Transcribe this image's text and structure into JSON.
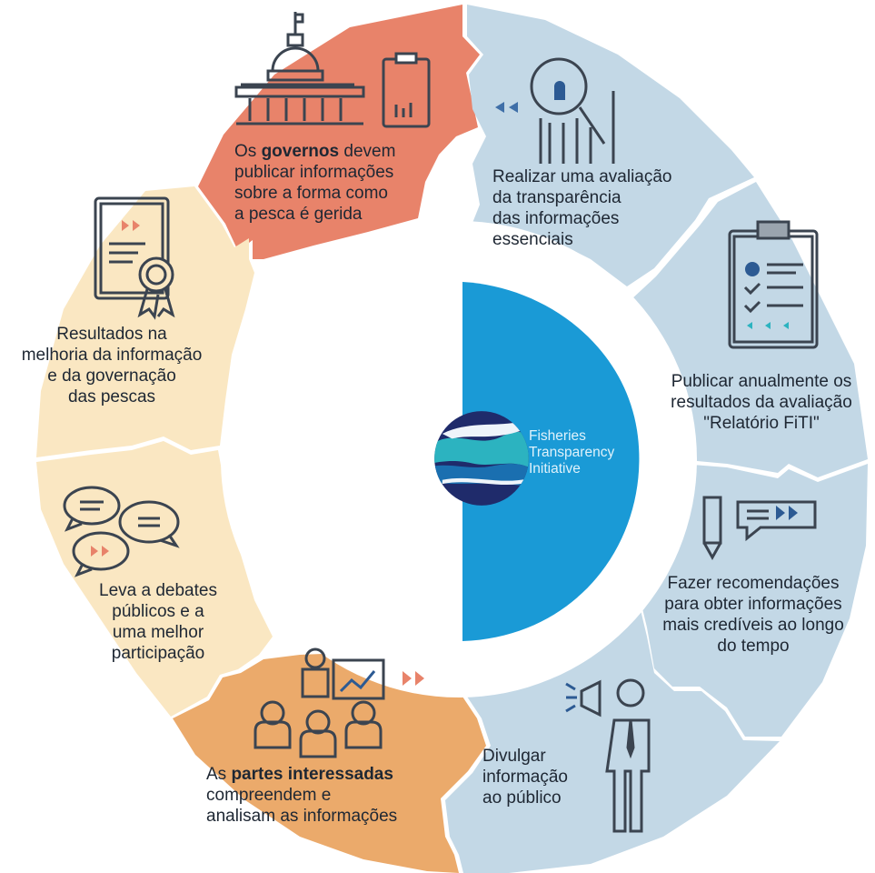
{
  "colors": {
    "orange": "#e8836a",
    "light_orange": "#ebaa6b",
    "cream": "#fae7c2",
    "light_blue": "#c3d8e6",
    "center_blue": "#1a9ad6",
    "dark_navy": "#1f2b6b",
    "teal": "#2cb3c0",
    "icon_stroke": "#3b4450"
  },
  "center": {
    "org_line1": "Fisheries",
    "org_line2": "Transparency",
    "org_line3": "Initiative"
  },
  "steps": [
    {
      "id": "governments",
      "icon": "capitol-building-icon",
      "line1_pre": "Os ",
      "line1_bold": "governos",
      "line1_post": " devem",
      "line2": "publicar informações",
      "line3": "sobre a forma como",
      "line4": "a pesca é gerida"
    },
    {
      "id": "assessment",
      "icon": "magnifier-icon",
      "line1": "Realizar uma avaliação",
      "line2": "da transparência",
      "line3": "das informações",
      "line4": "essenciais"
    },
    {
      "id": "report",
      "icon": "clipboard-checklist-icon",
      "line1": "Publicar anualmente os",
      "line2": "resultados da avaliação",
      "line3": "\"Relatório FiTI\""
    },
    {
      "id": "recommendations",
      "icon": "pencil-chat-icon",
      "line1": "Fazer recomendações",
      "line2": "para obter informações",
      "line3": "mais credíveis ao longo",
      "line4": "do tempo"
    },
    {
      "id": "dissemination",
      "icon": "megaphone-person-icon",
      "line1": "Divulgar",
      "line2": "informação",
      "line3": "ao público"
    },
    {
      "id": "stakeholders",
      "icon": "presentation-group-icon",
      "line1_pre": "As ",
      "line1_bold": "partes interessadas",
      "line2": "compreendem e",
      "line3": "analisam as informações"
    },
    {
      "id": "debates",
      "icon": "chat-bubbles-icon",
      "line1": "Leva a debates",
      "line2": "públicos e a",
      "line3": "uma melhor",
      "line4": "participação"
    },
    {
      "id": "results",
      "icon": "certificate-icon",
      "line1": "Resultados na",
      "line2": "melhoria da informação",
      "line3": "e da governação",
      "line4": "das pescas"
    }
  ]
}
